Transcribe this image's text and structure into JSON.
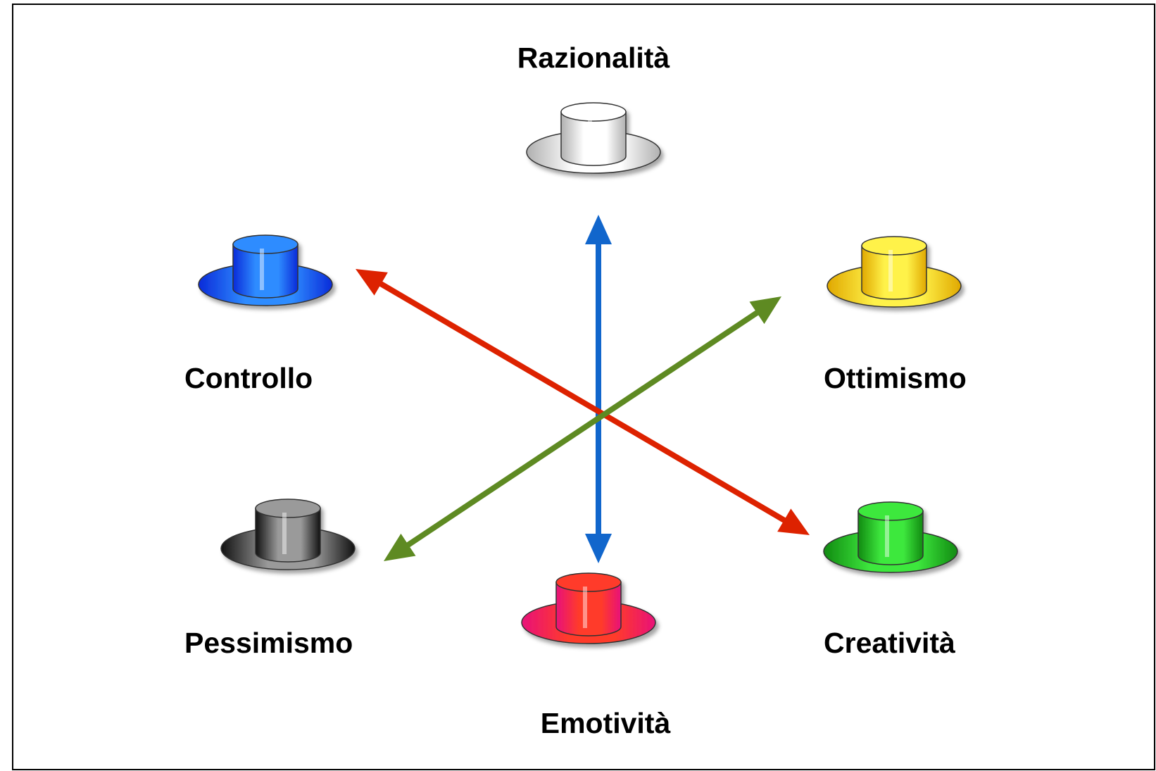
{
  "hats": [
    {
      "id": "white",
      "label": "Razionalità",
      "color": "#ffffff",
      "dark": "#b0b0b0"
    },
    {
      "id": "blue",
      "label": "Controllo",
      "color": "#2f8cff",
      "dark": "#0a2bd9"
    },
    {
      "id": "yellow",
      "label": "Ottimismo",
      "color": "#fff24a",
      "dark": "#e0a800"
    },
    {
      "id": "black",
      "label": "Pessimismo",
      "color": "#9a9a9a",
      "dark": "#111111"
    },
    {
      "id": "red",
      "label": "Emotività",
      "color": "#ff3b2a",
      "dark": "#e8117a"
    },
    {
      "id": "green",
      "label": "Creatività",
      "color": "#3ee83e",
      "dark": "#118a11"
    }
  ],
  "arrows": [
    {
      "name": "arrow-white-red",
      "color": "#1166cc"
    },
    {
      "name": "arrow-blue-green",
      "color": "#dd2200"
    },
    {
      "name": "arrow-black-yellow",
      "color": "#5e8a22"
    }
  ]
}
